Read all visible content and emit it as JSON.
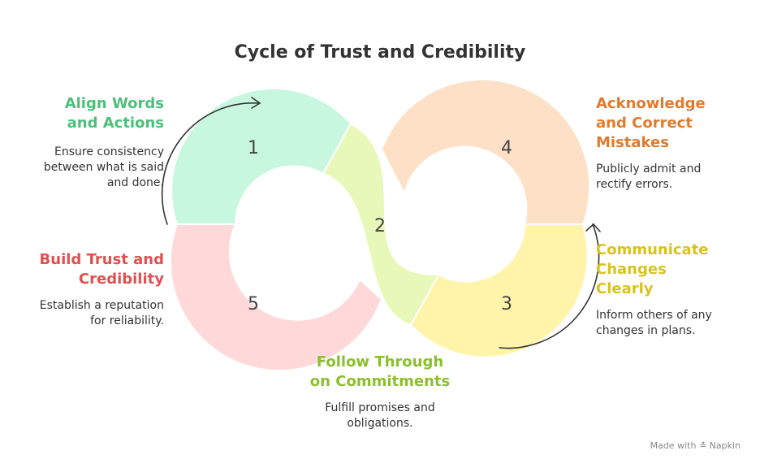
{
  "title": "Cycle of Trust and Credibility",
  "steps": [
    {
      "number": "1",
      "label": "Align Words and Actions",
      "label_lines": [
        "Align Words",
        "and Actions"
      ],
      "description_lines": [
        "Ensure consistency",
        "between what is said",
        "and done."
      ],
      "color": "#4cc07a",
      "fill": "#c8f7df"
    },
    {
      "number": "2",
      "label": "Follow Through on Commitments",
      "label_lines": [
        "Follow Through",
        "on Commitments"
      ],
      "description_lines": [
        "Fulfill promises and",
        "obligations."
      ],
      "color": "#8cbf2e",
      "fill": "#e7f8b8"
    },
    {
      "number": "3",
      "label": "Communicate Changes Clearly",
      "label_lines": [
        "Communicate",
        "Changes",
        "Clearly"
      ],
      "description_lines": [
        "Inform others of any",
        "changes in plans."
      ],
      "color": "#d9c21e",
      "fill": "#fff4aa"
    },
    {
      "number": "4",
      "label": "Acknowledge and Correct Mistakes",
      "label_lines": [
        "Acknowledge",
        "and Correct",
        "Mistakes"
      ],
      "description_lines": [
        "Publicly admit and",
        "rectify errors."
      ],
      "color": "#e07b2e",
      "fill": "#fde0c6"
    },
    {
      "number": "5",
      "label": "Build Trust and Credibility",
      "label_lines": [
        "Build Trust and",
        "Credibility"
      ],
      "description_lines": [
        "Establish a reputation",
        "for reliability."
      ],
      "color": "#e05050",
      "fill": "#ffd9d9"
    }
  ],
  "footer": {
    "made_with": "Made with",
    "brand": "Napkin"
  }
}
